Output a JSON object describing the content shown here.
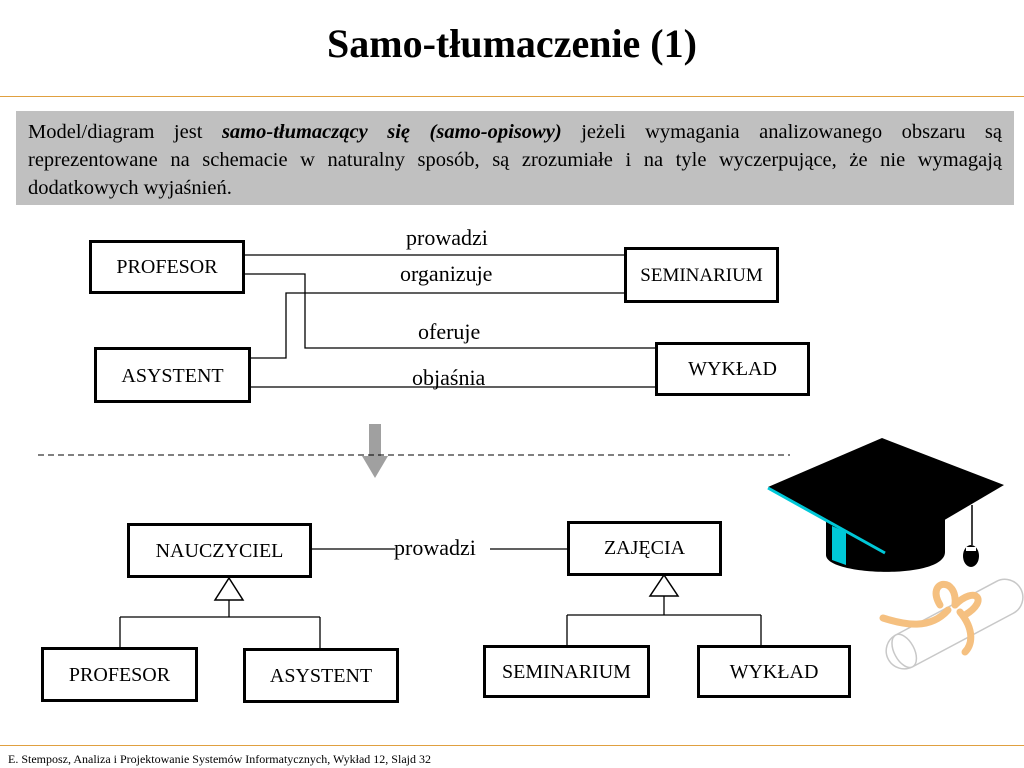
{
  "slide": {
    "title": "Samo-tłumaczenie (1)",
    "definition": {
      "before": "Model/diagram jest ",
      "emphasis": "samo-tłumaczący się (samo-opisowy)",
      "after": " jeżeli wymagania analizowanego obszaru są reprezentowane na schemacie w naturalny sposób, są  zrozumiałe i na tyle wyczerpujące, że nie wymagają dodatkowych wyjaśnień."
    },
    "footer": "E. Stemposz, Analiza i Projektowanie Systemów Informatycznych, Wykład 12, Slajd 32"
  },
  "diagram_before": {
    "classes": {
      "profesor": "PROFESOR",
      "seminarium": "SEMINARIUM",
      "asystent": "ASYSTENT",
      "wyklad": "WYKŁAD"
    },
    "associations": {
      "prowadzi": "prowadzi",
      "organizuje": "organizuje",
      "oferuje": "oferuje",
      "objasnia": "objaśnia"
    }
  },
  "diagram_after": {
    "classes": {
      "nauczyciel": "NAUCZYCIEL",
      "zajecia": "ZAJĘCIA",
      "profesor": "PROFESOR",
      "asystent": "ASYSTENT",
      "seminarium": "SEMINARIUM",
      "wyklad": "WYKŁAD"
    },
    "associations": {
      "prowadzi": "prowadzi"
    }
  },
  "colors": {
    "rule": "#e0a040",
    "definition_bg": "#c0c0c0",
    "arrow": "#a0a0a0",
    "cap": "#000000",
    "cap_accent": "#00c8d8",
    "ribbon": "#f5c080"
  },
  "icons": [
    "down-arrow-icon",
    "graduation-cap-icon",
    "diploma-scroll-icon"
  ]
}
